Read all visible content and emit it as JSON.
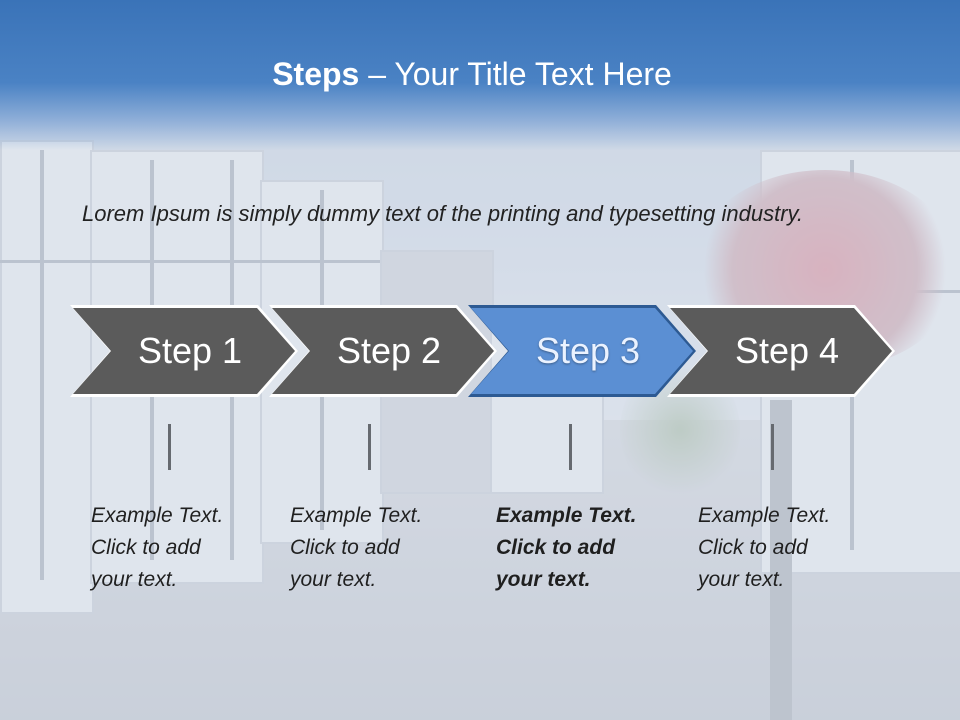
{
  "header": {
    "title_bold": "Steps",
    "title_rest": "– Your Title Text Here"
  },
  "body": {
    "lead": "Lorem Ipsum is simply dummy text of the printing and typesetting industry."
  },
  "steps": [
    {
      "label": "Step 1",
      "active": false,
      "text": [
        "Example Text.",
        "Click  to add",
        "your text."
      ]
    },
    {
      "label": "Step 2",
      "active": false,
      "text": [
        "Example Text.",
        "Click  to add",
        "your text."
      ]
    },
    {
      "label": "Step 3",
      "active": true,
      "text": [
        "Example Text.",
        "Click  to add",
        "your text."
      ]
    },
    {
      "label": "Step 4",
      "active": false,
      "text": [
        "Example Text.",
        "Click  to add",
        "your text."
      ]
    }
  ],
  "colors": {
    "header_blue": "#3a73b8",
    "chevron_gray": "#5b5b5b",
    "chevron_active": "#5b8fd3"
  }
}
